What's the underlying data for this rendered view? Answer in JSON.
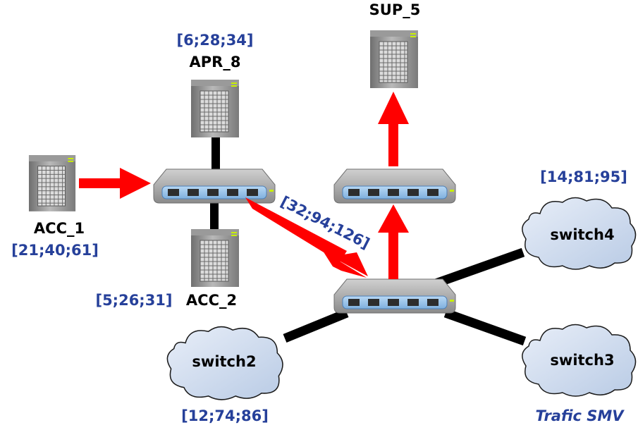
{
  "colors": {
    "traffic_arrow": "#ff0000",
    "link": "#000000",
    "counts_text": "#26409a",
    "cloud_fill": "#cfdcef"
  },
  "nodes": {
    "acc1": {
      "name": "ACC_1",
      "counts": "[21;40;61]",
      "icon": "server-icon"
    },
    "apr8": {
      "name": "APR_8",
      "counts": "[6;28;34]",
      "icon": "server-icon"
    },
    "acc2": {
      "name": "ACC_2",
      "counts": "[5;26;31]",
      "icon": "server-icon"
    },
    "sup5": {
      "name": "SUP_5",
      "icon": "server-icon"
    }
  },
  "switches": {
    "left": {
      "icon": "network-switch-icon"
    },
    "top_right": {
      "icon": "network-switch-icon"
    },
    "center": {
      "icon": "network-switch-icon"
    }
  },
  "clouds": {
    "switch2": {
      "name": "switch2",
      "counts": "[12;74;86]"
    },
    "switch3": {
      "name": "switch3"
    },
    "switch4": {
      "name": "switch4",
      "counts": "[14;81;95]"
    }
  },
  "links": {
    "apr8_to_left_switch": {
      "counts": "[32;94;126]"
    }
  },
  "legend": {
    "label": "Trafic SMV"
  }
}
